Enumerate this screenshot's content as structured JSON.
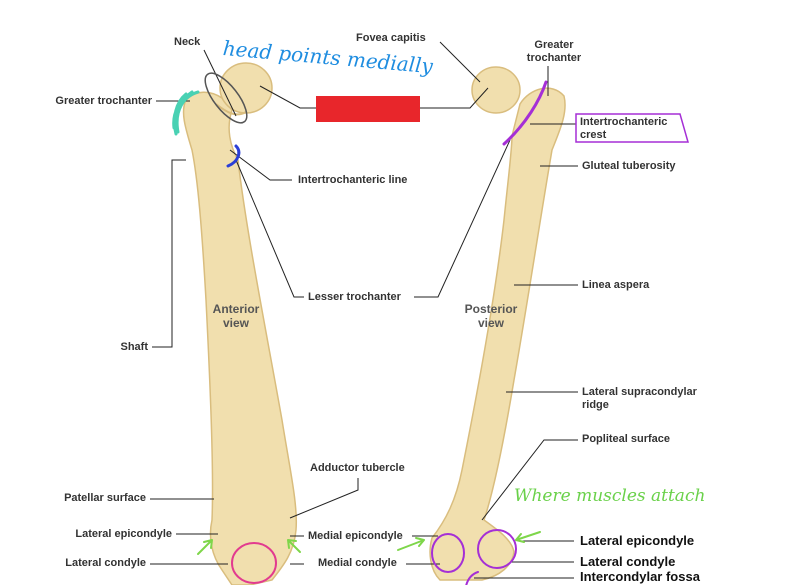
{
  "colors": {
    "bone_fill": "#f1dfae",
    "bone_shade": "#d9bd7e",
    "redaction": "#e8262b",
    "teal_mark": "#49d1b3",
    "blue_mark": "#2b3fd6",
    "purple_mark": "#a52fd6",
    "magenta_mark": "#e23b8f",
    "green_mark": "#7ed64a",
    "note_blue": "#1f8de0",
    "note_green": "#6ad14a",
    "leader": "#222222"
  },
  "labels": {
    "neck": "Neck",
    "fovea_capitis": "Fovea capitis",
    "greater_trochanter_left": "Greater trochanter",
    "greater_trochanter_right": "Greater\ntrochanter",
    "intertrochanteric_crest": "Intertrochanteric\ncrest",
    "intertrochanteric_line": "Intertrochanteric line",
    "gluteal_tuberosity": "Gluteal tuberosity",
    "lesser_trochanter": "Lesser trochanter",
    "linea_aspera": "Linea aspera",
    "shaft": "Shaft",
    "lateral_supracondylar_ridge": "Lateral supracondylar\nridge",
    "popliteal_surface": "Popliteal surface",
    "adductor_tubercle": "Adductor tubercle",
    "patellar_surface": "Patellar surface",
    "lateral_epicondyle_left": "Lateral epicondyle",
    "medial_epicondyle": "Medial epicondyle",
    "lateral_condyle_left": "Lateral condyle",
    "medial_condyle": "Medial condyle",
    "lateral_epicondyle_right": "Lateral epicondyle",
    "lateral_condyle_right": "Lateral condyle",
    "intercondylar_fossa": "Intercondylar fossa"
  },
  "views": {
    "anterior": "Anterior\nview",
    "posterior": "Posterior\nview"
  },
  "notes": {
    "head_points_medially": "head points medially",
    "where_muscles_attach": "Where muscles attach"
  }
}
